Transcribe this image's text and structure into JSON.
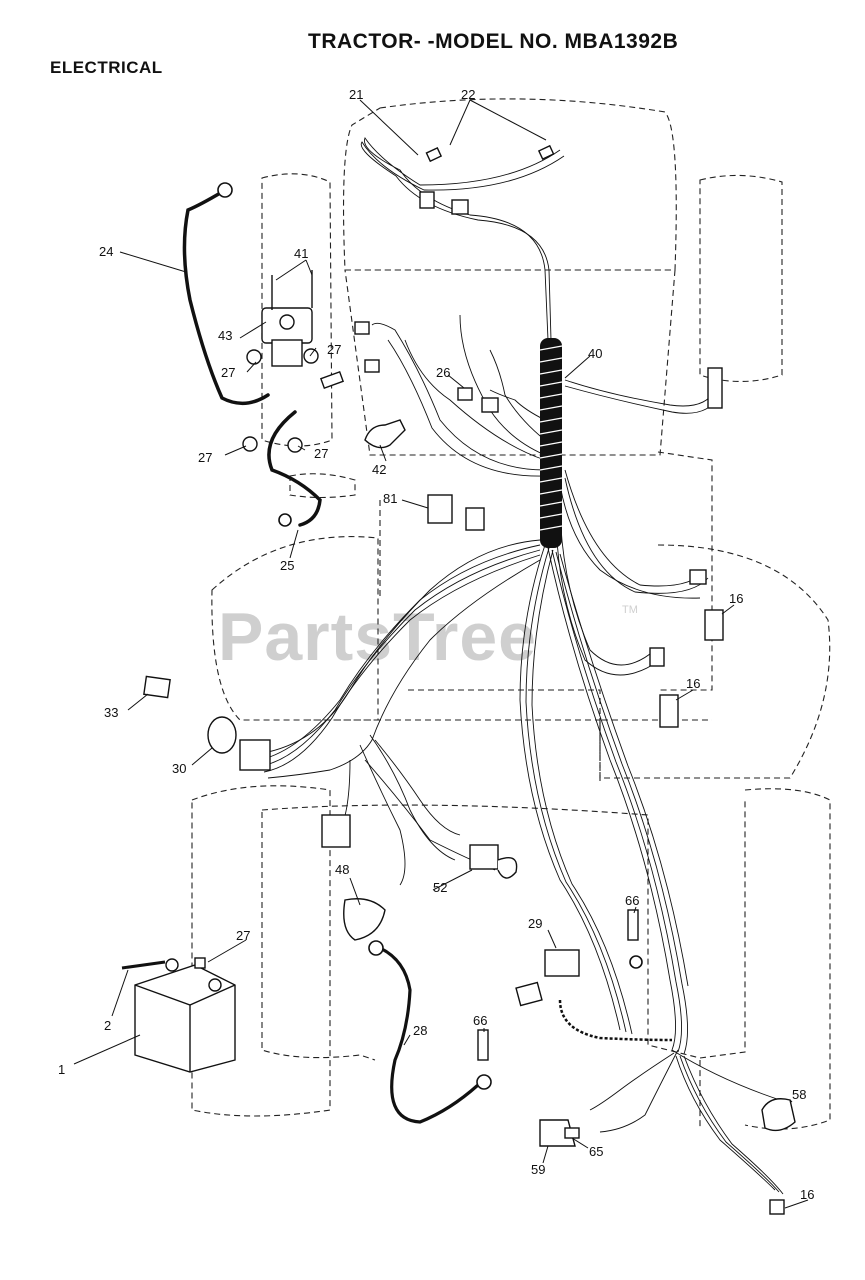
{
  "header": {
    "title": "TRACTOR- -MODEL NO. MBA1392B",
    "section": "ELECTRICAL"
  },
  "watermark": {
    "text": "PartsTree",
    "trademark": "TM"
  },
  "callouts": [
    {
      "id": "c1",
      "label": "1"
    },
    {
      "id": "c2",
      "label": "2"
    },
    {
      "id": "c16a",
      "label": "16"
    },
    {
      "id": "c16b",
      "label": "16"
    },
    {
      "id": "c16c",
      "label": "16"
    },
    {
      "id": "c21",
      "label": "21"
    },
    {
      "id": "c22",
      "label": "22"
    },
    {
      "id": "c24",
      "label": "24"
    },
    {
      "id": "c25",
      "label": "25"
    },
    {
      "id": "c26",
      "label": "26"
    },
    {
      "id": "c27a",
      "label": "27"
    },
    {
      "id": "c27b",
      "label": "27"
    },
    {
      "id": "c27c",
      "label": "27"
    },
    {
      "id": "c27d",
      "label": "27"
    },
    {
      "id": "c27e",
      "label": "27"
    },
    {
      "id": "c28",
      "label": "28"
    },
    {
      "id": "c29",
      "label": "29"
    },
    {
      "id": "c30",
      "label": "30"
    },
    {
      "id": "c33",
      "label": "33"
    },
    {
      "id": "c40",
      "label": "40"
    },
    {
      "id": "c41",
      "label": "41"
    },
    {
      "id": "c42",
      "label": "42"
    },
    {
      "id": "c43",
      "label": "43"
    },
    {
      "id": "c48",
      "label": "48"
    },
    {
      "id": "c52",
      "label": "52"
    },
    {
      "id": "c58",
      "label": "58"
    },
    {
      "id": "c59",
      "label": "59"
    },
    {
      "id": "c65",
      "label": "65"
    },
    {
      "id": "c66a",
      "label": "66"
    },
    {
      "id": "c66b",
      "label": "66"
    },
    {
      "id": "c81",
      "label": "81"
    }
  ]
}
